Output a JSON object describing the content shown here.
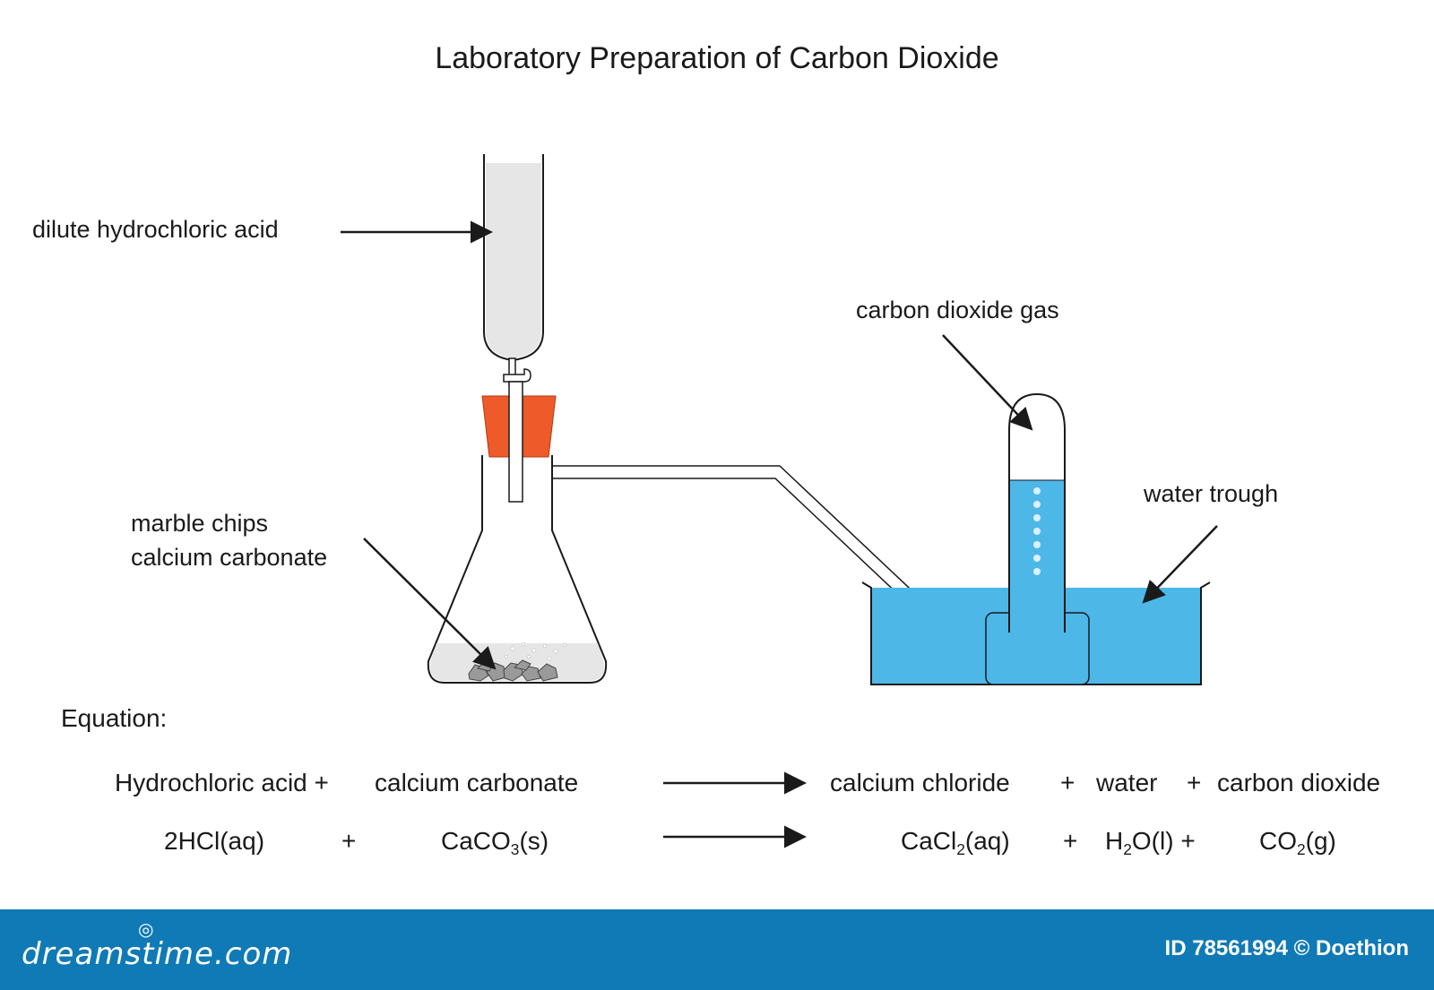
{
  "title": "Laboratory Preparation of Carbon Dioxide",
  "labels": {
    "acid": "dilute hydrochloric acid",
    "gas": "carbon dioxide gas",
    "trough": "water trough",
    "marble_line1": "marble chips",
    "marble_line2": "calcium carbonate"
  },
  "equation": {
    "heading": "Equation:",
    "word": {
      "r1": "Hydrochloric acid +",
      "r2": "calcium carbonate",
      "p1": "calcium chloride",
      "plus1": "+",
      "p2": "water",
      "plus2": "+",
      "p3": "carbon dioxide"
    },
    "symbol": {
      "r1": "2HCl(aq)",
      "plus1": "+",
      "r2_a": "CaCO",
      "r2_sub": "3",
      "r2_b": "(s)",
      "p1_a": "CaCl",
      "p1_sub": "2",
      "p1_b": "(aq)",
      "plus2": "+",
      "p2_a": "H",
      "p2_sub": "2",
      "p2_b": "O(l) +",
      "p3_a": "CO",
      "p3_sub": "2",
      "p3_b": "(g)"
    }
  },
  "footer": {
    "logo": "dreamstime.com",
    "id_text": "ID 78561994 © Doethion"
  },
  "colors": {
    "stopper": "#ee5a2a",
    "water": "#4db7e8",
    "acid": "#e6e6e6",
    "footer": "#0f7ab5",
    "outline": "#1a1a1a"
  },
  "icons": [
    "arrow-right-icon",
    "copyright-icon"
  ]
}
